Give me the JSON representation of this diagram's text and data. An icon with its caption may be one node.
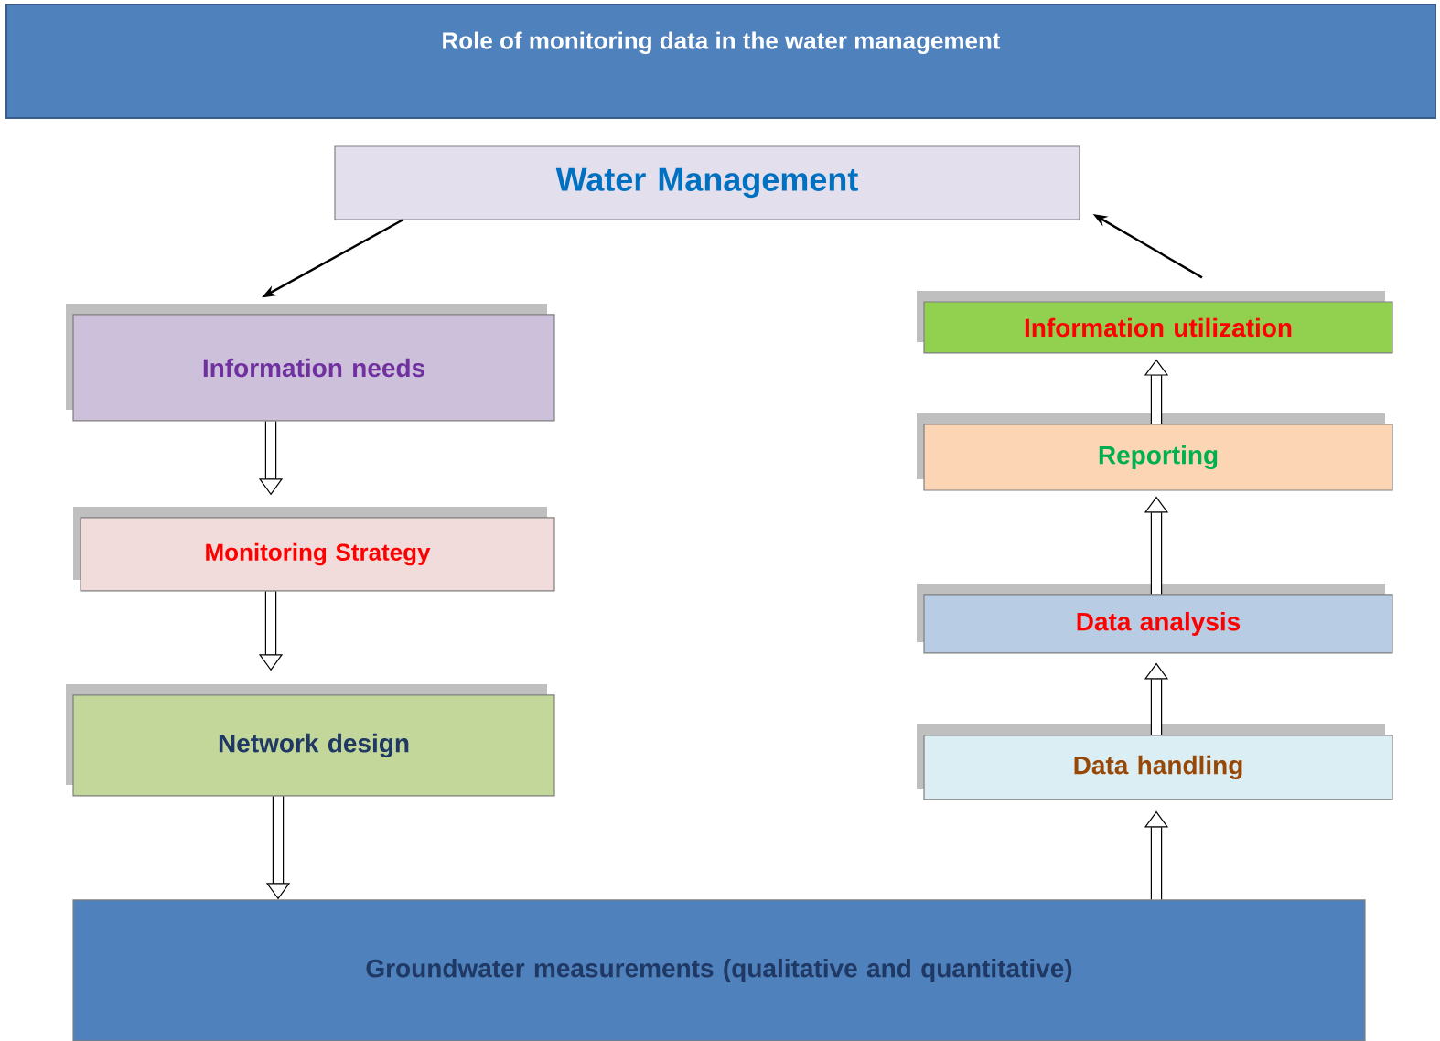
{
  "diagram": {
    "title": "Role of monitoring data in the water management",
    "nodes": [
      {
        "text": [
          "Water Management"
        ]
      },
      {
        "text": [
          "Information needs"
        ]
      },
      {
        "text": [
          "Monitoring Strategy"
        ]
      },
      {
        "text": [
          "Network design"
        ]
      },
      {
        "text": [
          "Groundwater measurements (qualitative and quantitative)"
        ]
      },
      {
        "text": [
          "Data handling"
        ]
      },
      {
        "text": [
          "Data analysis"
        ]
      },
      {
        "text": [
          "Reporting"
        ]
      },
      {
        "text": [
          "Information utilization"
        ]
      }
    ],
    "edges": [
      {
        "from": 0,
        "to": 1,
        "arrow": "to"
      },
      {
        "from": 1,
        "to": 2,
        "arrow": "to"
      },
      {
        "from": 2,
        "to": 3,
        "arrow": "to"
      },
      {
        "from": 3,
        "to": 4,
        "arrow": "to"
      },
      {
        "from": 4,
        "to": 5,
        "arrow": "to"
      },
      {
        "from": 5,
        "to": 6,
        "arrow": "to"
      },
      {
        "from": 6,
        "to": 7,
        "arrow": "to"
      },
      {
        "from": 7,
        "to": 8,
        "arrow": "to"
      },
      {
        "from": 8,
        "to": 0,
        "arrow": "to"
      }
    ]
  }
}
